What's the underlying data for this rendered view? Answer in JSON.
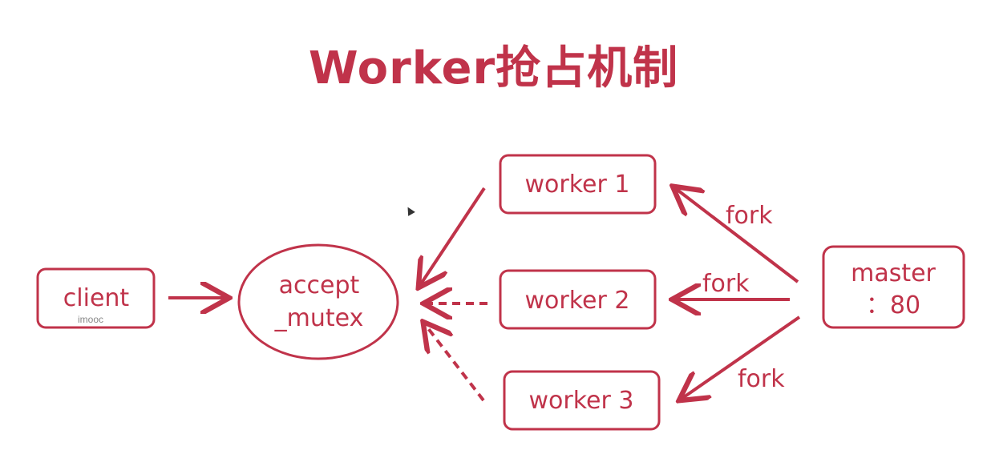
{
  "title": "Worker抢占机制",
  "nodes": {
    "client": "client",
    "accept_line1": "accept",
    "accept_line2": "_mutex",
    "worker1": "worker 1",
    "worker2": "worker 2",
    "worker3": "worker 3",
    "master_line1": "master",
    "master_line2": "：80"
  },
  "edge_labels": {
    "fork1": "fork",
    "fork2": "fork",
    "fork3": "fork"
  },
  "watermark": "imooc",
  "colors": {
    "accent": "#c0334a"
  }
}
